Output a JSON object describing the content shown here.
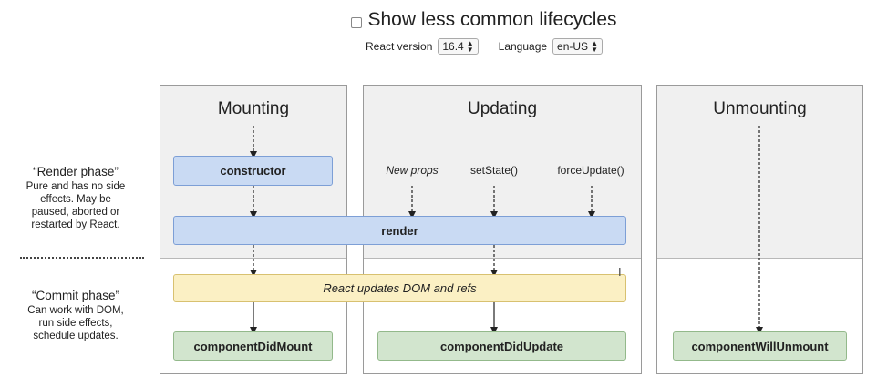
{
  "header": {
    "checkbox_label": "Show less common lifecycles",
    "react_version_label": "React version",
    "react_version_value": "16.4",
    "language_label": "Language",
    "language_value": "en-US"
  },
  "columns": {
    "mounting": "Mounting",
    "updating": "Updating",
    "unmounting": "Unmounting"
  },
  "phases": {
    "render": {
      "title": "“Render phase”",
      "lines": [
        "Pure and has no side",
        "effects. May be",
        "paused, aborted or",
        "restarted by React."
      ]
    },
    "commit": {
      "title": "“Commit phase”",
      "lines": [
        "Can work with DOM,",
        "run side effects,",
        "schedule updates."
      ]
    }
  },
  "triggers": {
    "new_props": "New props",
    "set_state": "setState()",
    "force_update": "forceUpdate()"
  },
  "methods": {
    "constructor": "constructor",
    "render": "render",
    "dom_update": "React updates DOM and refs",
    "did_mount": "componentDidMount",
    "did_update": "componentDidUpdate",
    "will_unmount": "componentWillUnmount"
  }
}
